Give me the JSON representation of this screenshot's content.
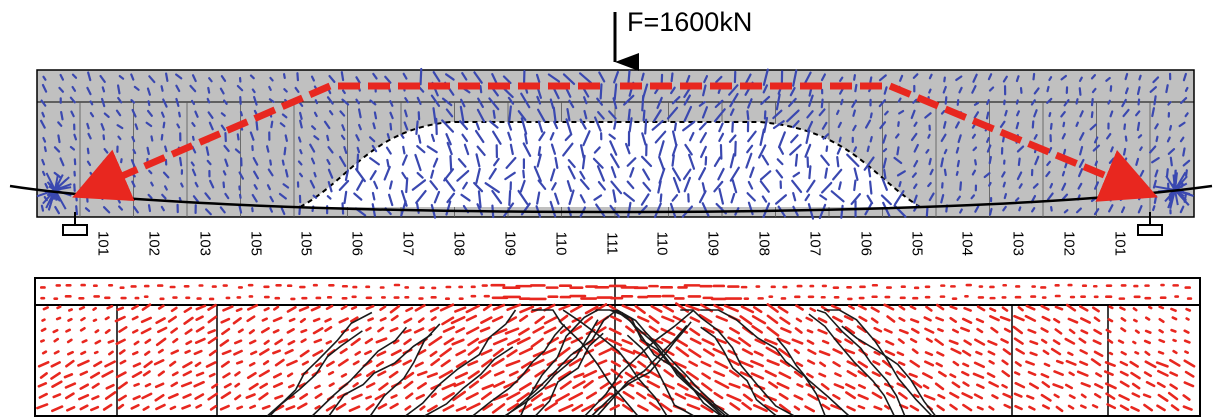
{
  "load": {
    "label": "F=1600kN"
  },
  "section_labels": [
    "101",
    "102",
    "103",
    "105",
    "105",
    "106",
    "107",
    "108",
    "109",
    "110",
    "111",
    "110",
    "109",
    "108",
    "107",
    "106",
    "105",
    "104",
    "103",
    "102",
    "101"
  ],
  "colors": {
    "concrete_fill": "#c0c0c0",
    "stress_vectors_top": "#3a48b0",
    "strut_arrow": "#e8271f",
    "stress_vectors_bottom": "#e8271f",
    "cracks": "#1a1a1a",
    "outline": "#000000"
  }
}
